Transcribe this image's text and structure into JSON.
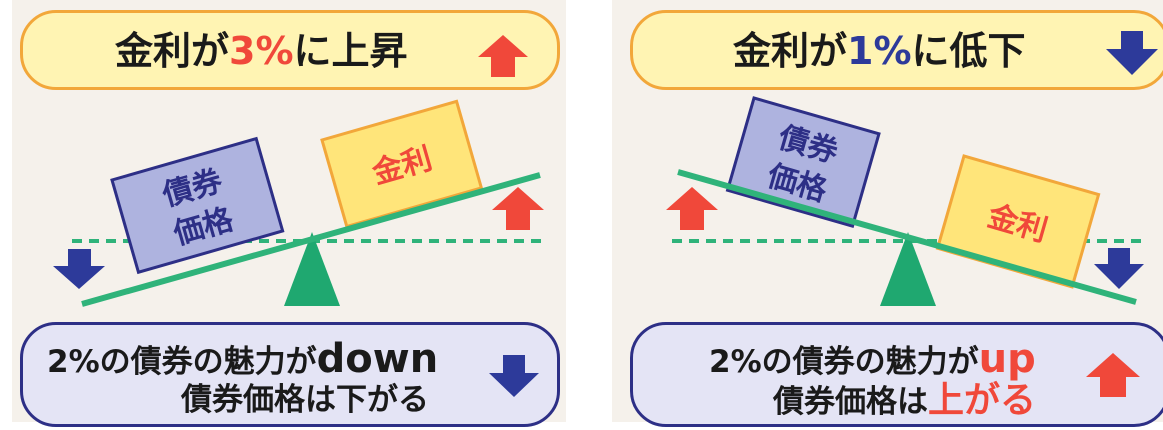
{
  "left_panel": {
    "header": {
      "part1": "金利が",
      "part2": "3%",
      "part3": "に上昇",
      "arrow_icon": "red-up-arrow-icon"
    },
    "seesaw": {
      "bond_box_line1": "債券",
      "bond_box_line2": "価格",
      "rate_box_label": "金利",
      "left_arrow_icon": "blue-down-arrow-icon",
      "right_arrow_icon": "red-up-arrow-icon"
    },
    "footer": {
      "line1_part1": "2%の債券の魅力が",
      "line1_part2": "down",
      "line2": "債券価格は下がる",
      "arrow_icon": "blue-down-arrow-icon"
    }
  },
  "right_panel": {
    "header": {
      "part1": "金利が",
      "part2": "1%",
      "part3": "に低下",
      "arrow_icon": "blue-down-arrow-icon"
    },
    "seesaw": {
      "bond_box_line1": "債券",
      "bond_box_line2": "価格",
      "rate_box_label": "金利",
      "left_arrow_icon": "red-up-arrow-icon",
      "right_arrow_icon": "blue-down-arrow-icon"
    },
    "footer": {
      "line1_part1": "2%の債券の魅力が",
      "line1_part2": "up",
      "line2_part1": "債券価格は",
      "line2_part2": "上がる",
      "arrow_icon": "red-up-arrow-icon"
    }
  },
  "colors": {
    "panel_bg": "#f5f1eb",
    "header_fill": "#fff4b3",
    "header_border": "#f2a73a",
    "footer_fill": "#e4e4f5",
    "footer_border": "#2d2f86",
    "seesaw_green": "#2fb37a",
    "fulcrum_green": "#1fa870",
    "bond_box_fill": "#aeb3df",
    "rate_box_fill": "#ffe57a",
    "red_arrow": "#f0483a",
    "blue_arrow": "#2d3a9a",
    "red_text": "#f0483a",
    "blue_text": "#2d3a9a"
  }
}
